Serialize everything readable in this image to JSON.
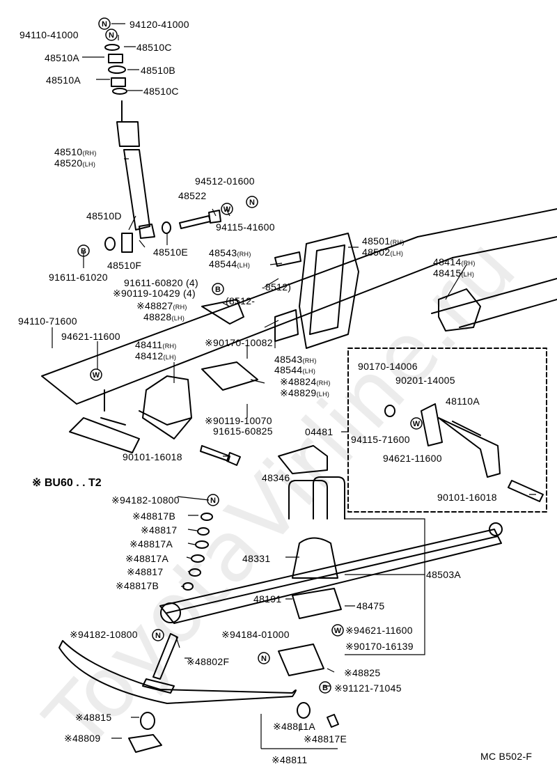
{
  "watermark": "ToyotaVirline.ru",
  "diagram_code": "MC B502-F",
  "model_note": "※ BU60 . . T2",
  "labels": {
    "l94120": "94120-41000",
    "l94110": "94110-41000",
    "l48510C_a": "48510C",
    "l48510A_a": "48510A",
    "l48510B": "48510B",
    "l48510A_b": "48510A",
    "l48510C_b": "48510C",
    "l48510": "48510",
    "l48520": "48520",
    "l94512": "94512-01600",
    "l48522": "48522",
    "l48510D": "48510D",
    "l94115_41600": "94115-41600",
    "l48510E": "48510E",
    "l48510F": "48510F",
    "l91611_61020": "91611-61020",
    "l48543a": "48543",
    "l48544a": "48544",
    "l48501": "48501",
    "l48502": "48502",
    "l48414": "48414",
    "l48415": "48415",
    "l91611_60820": "91611-60820 (4)",
    "l90119_10429": "90119-10429 (4)",
    "l8512a": "-8512)",
    "l8512b": "(8512-",
    "l48827": "48827",
    "l48828": "48828",
    "l94110_71600": "94110-71600",
    "l94621_a": "94621-11600",
    "l48411": "48411",
    "l48412": "48412",
    "l90170_10082": "90170-10082",
    "l48543b": "48543",
    "l48544b": "48544",
    "l48824": "48824",
    "l48829": "48829",
    "l90170_14006": "90170-14006",
    "l90201_14005": "90201-14005",
    "l48110A": "48110A",
    "l04481": "04481",
    "l94115_71600": "94115-71600",
    "l94621_b": "94621-11600",
    "l90119_10070": "90119-10070",
    "l91615_60825": "91615-60825",
    "l90101_a": "90101-16018",
    "l48346": "48346",
    "l90101_b": "90101-16018",
    "l94182_top": "94182-10800",
    "l48817B_a": "48817B",
    "l48817_a": "48817",
    "l48817A_a": "48817A",
    "l48817A_b": "48817A",
    "l48817_b": "48817",
    "l48817B_b": "48817B",
    "l48331": "48331",
    "l48503A": "48503A",
    "l48191": "48191",
    "l48475": "48475",
    "l94182_bot": "94182-10800",
    "l94184": "94184-01000",
    "l94621_c": "94621-11600",
    "l90170_16139": "90170-16139",
    "l48802F": "48802F",
    "l48825": "48825",
    "l91121": "91121-71045",
    "l48815": "48815",
    "l48811A": "48811A",
    "l48817E": "48817E",
    "l48809": "48809",
    "l48811": "48811"
  },
  "suffixes": {
    "rh": "(RH)",
    "lh": "(LH)"
  },
  "symbols": {
    "n": "N",
    "w": "W",
    "b": "B",
    "star": "※"
  }
}
